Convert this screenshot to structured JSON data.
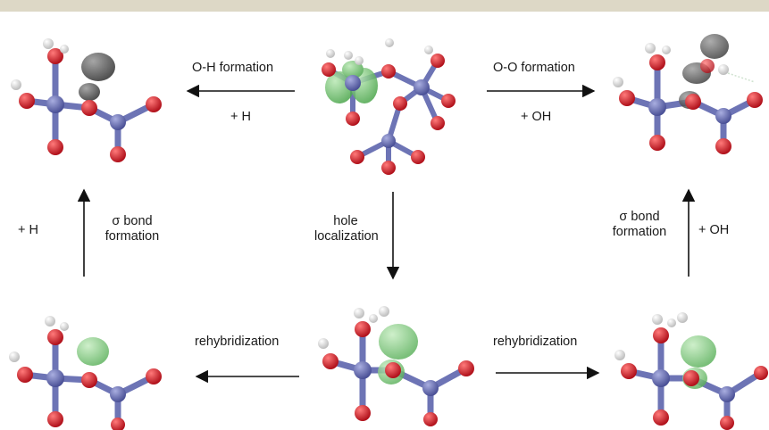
{
  "colors": {
    "oxygen": "#d8202a",
    "cobalt": "#6d74b5",
    "hydrogen": "#f2f2f2",
    "orbital_green": "#7fcf7f",
    "orbital_grey": "#5a5a5a",
    "top_bar": "#ddd8c6"
  },
  "labels": {
    "oh_formation": "O-H formation",
    "oh_plus_h": "+ H",
    "oo_formation": "O-O formation",
    "oo_plus_oh": "+ OH",
    "left_sigma": "σ bond\nformation",
    "left_plus_h": "+ H",
    "hole_localization": "hole\nlocalization",
    "right_sigma": "σ bond\nformation",
    "right_plus_oh": "+ OH",
    "rehybridization_left": "rehybridization",
    "rehybridization_right": "rehybridization"
  }
}
